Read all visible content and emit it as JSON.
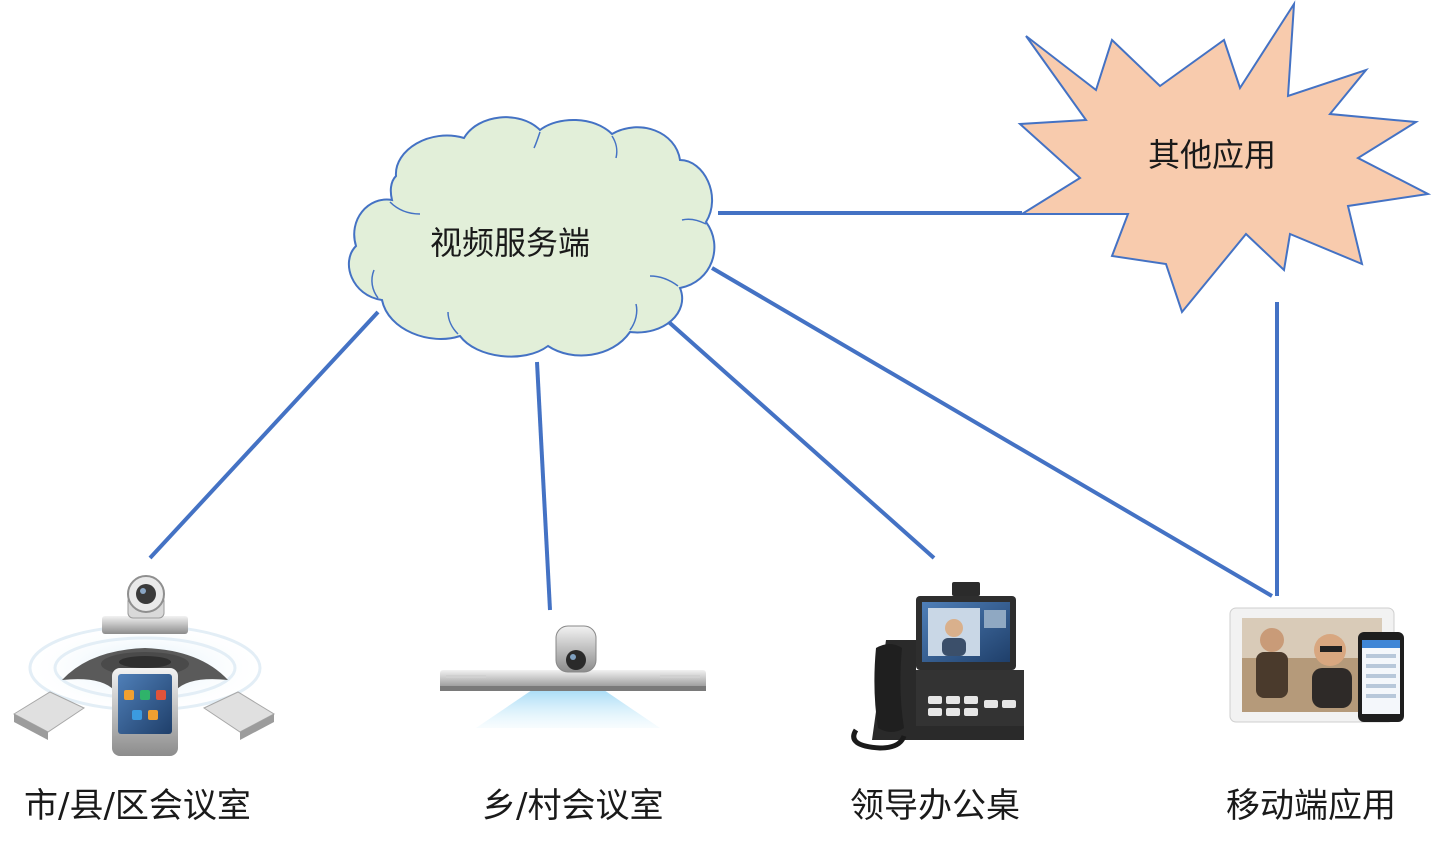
{
  "colors": {
    "link": "#4472c4",
    "cloud_fill": "#e2efd9",
    "cloud_stroke": "#4472c4",
    "star_fill": "#f8cbad",
    "star_stroke": "#4472c4"
  },
  "hubs": {
    "server": {
      "label": "视频服务端",
      "shape": "cloud"
    },
    "other_apps": {
      "label": "其他应用",
      "shape": "explosion"
    }
  },
  "endpoints": [
    {
      "id": "city",
      "label": "市/县/区会议室",
      "icon": "conference-room-system-icon"
    },
    {
      "id": "village",
      "label": "乡/村会议室",
      "icon": "video-camera-bar-icon"
    },
    {
      "id": "leader",
      "label": "领导办公桌",
      "icon": "video-desk-phone-icon"
    },
    {
      "id": "mobile",
      "label": "移动端应用",
      "icon": "tablet-phone-app-icon"
    }
  ]
}
